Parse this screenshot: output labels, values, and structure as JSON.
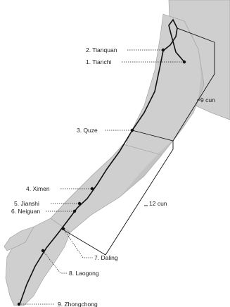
{
  "points": [
    {
      "id": "tianquan",
      "label": "2.  Tianquan"
    },
    {
      "id": "tianchi",
      "label": "1.  Tianchi"
    },
    {
      "id": "quze",
      "label": "3.  Quze"
    },
    {
      "id": "ximen",
      "label": "4.  Ximen"
    },
    {
      "id": "jianshi",
      "label": "5.  Jianshi"
    },
    {
      "id": "neiguan",
      "label": "6.  Neiguan"
    },
    {
      "id": "daling",
      "label": "7.  Daling"
    },
    {
      "id": "laogong",
      "label": "8.  Laogong"
    },
    {
      "id": "zhongchong",
      "label": "9.  Zhongchong"
    }
  ],
  "measures": {
    "upper_arm": "9  cun",
    "forearm": "12  cun"
  }
}
